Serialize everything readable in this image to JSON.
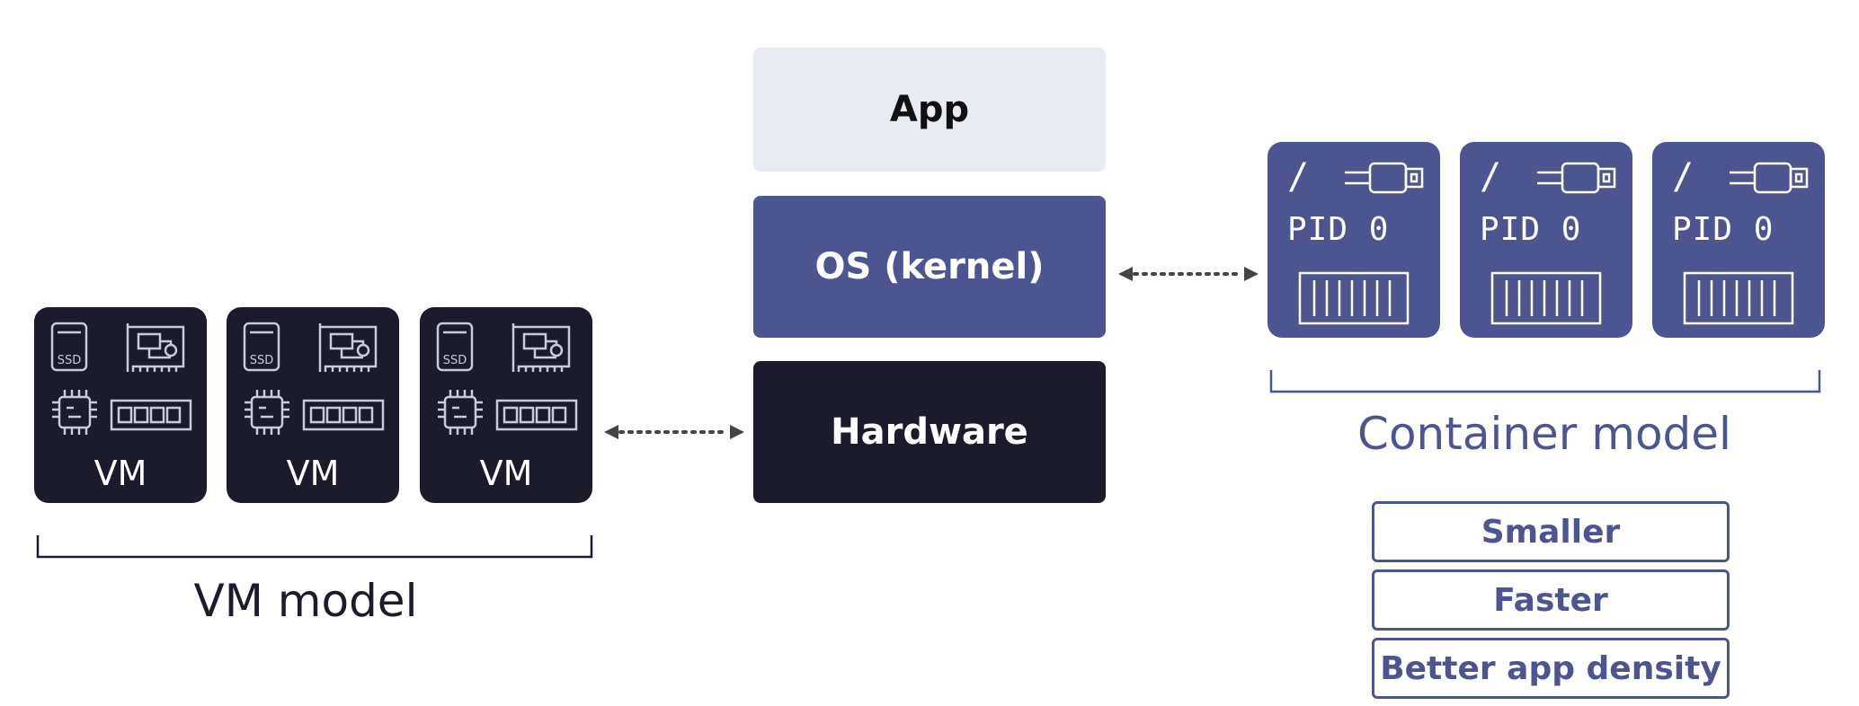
{
  "stack": {
    "app_label": "App",
    "os_label": "OS (kernel)",
    "hardware_label": "Hardware"
  },
  "vm_model": {
    "caption": "VM model",
    "cards": [
      {
        "label": "VM",
        "ssd_label": "SSD"
      },
      {
        "label": "VM",
        "ssd_label": "SSD"
      },
      {
        "label": "VM",
        "ssd_label": "SSD"
      }
    ]
  },
  "container_model": {
    "caption": "Container model",
    "cards": [
      {
        "root_label": "/",
        "pid_label": "PID 0"
      },
      {
        "root_label": "/",
        "pid_label": "PID 0"
      },
      {
        "root_label": "/",
        "pid_label": "PID 0"
      }
    ],
    "benefits": [
      "Smaller",
      "Faster",
      "Better app density"
    ]
  },
  "colors": {
    "dark": "#1c1b2b",
    "accent": "#4d5591",
    "light": "#e8ebf2"
  },
  "icons": [
    "ssd-icon",
    "circuit-board-icon",
    "cpu-icon",
    "ram-icon",
    "network-plug-icon",
    "container-icon",
    "double-arrow-icon"
  ]
}
